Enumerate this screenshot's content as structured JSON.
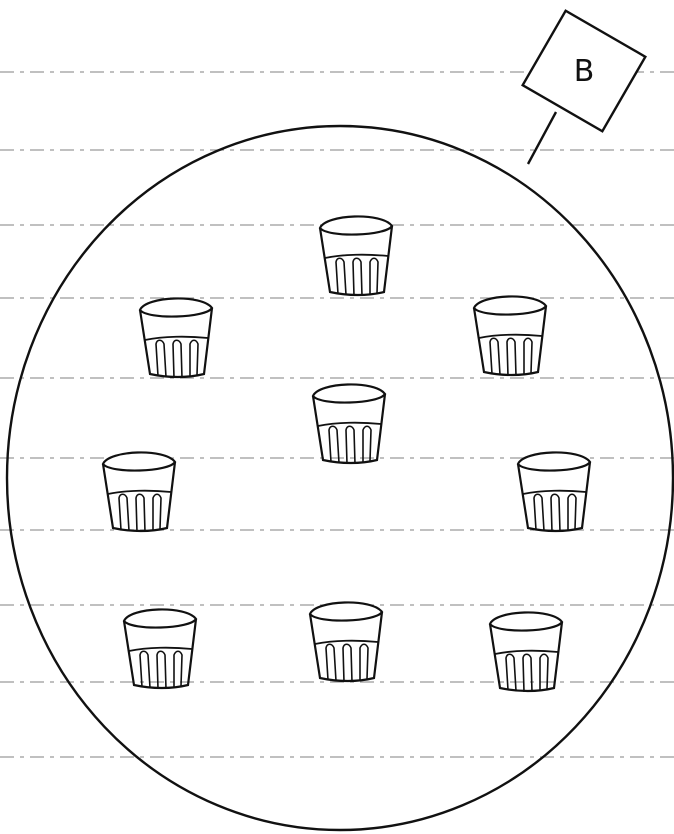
{
  "sign": {
    "label": "B"
  },
  "circle": {
    "cup_count": 9
  },
  "cups": [
    {
      "name": "cup-top-center"
    },
    {
      "name": "cup-upper-left"
    },
    {
      "name": "cup-upper-right"
    },
    {
      "name": "cup-center"
    },
    {
      "name": "cup-middle-left"
    },
    {
      "name": "cup-middle-right"
    },
    {
      "name": "cup-bottom-left"
    },
    {
      "name": "cup-bottom-center"
    },
    {
      "name": "cup-bottom-right"
    }
  ],
  "colors": {
    "ink": "#111111",
    "paper": "#ffffff",
    "guide_lines": "#9a9a9a"
  }
}
